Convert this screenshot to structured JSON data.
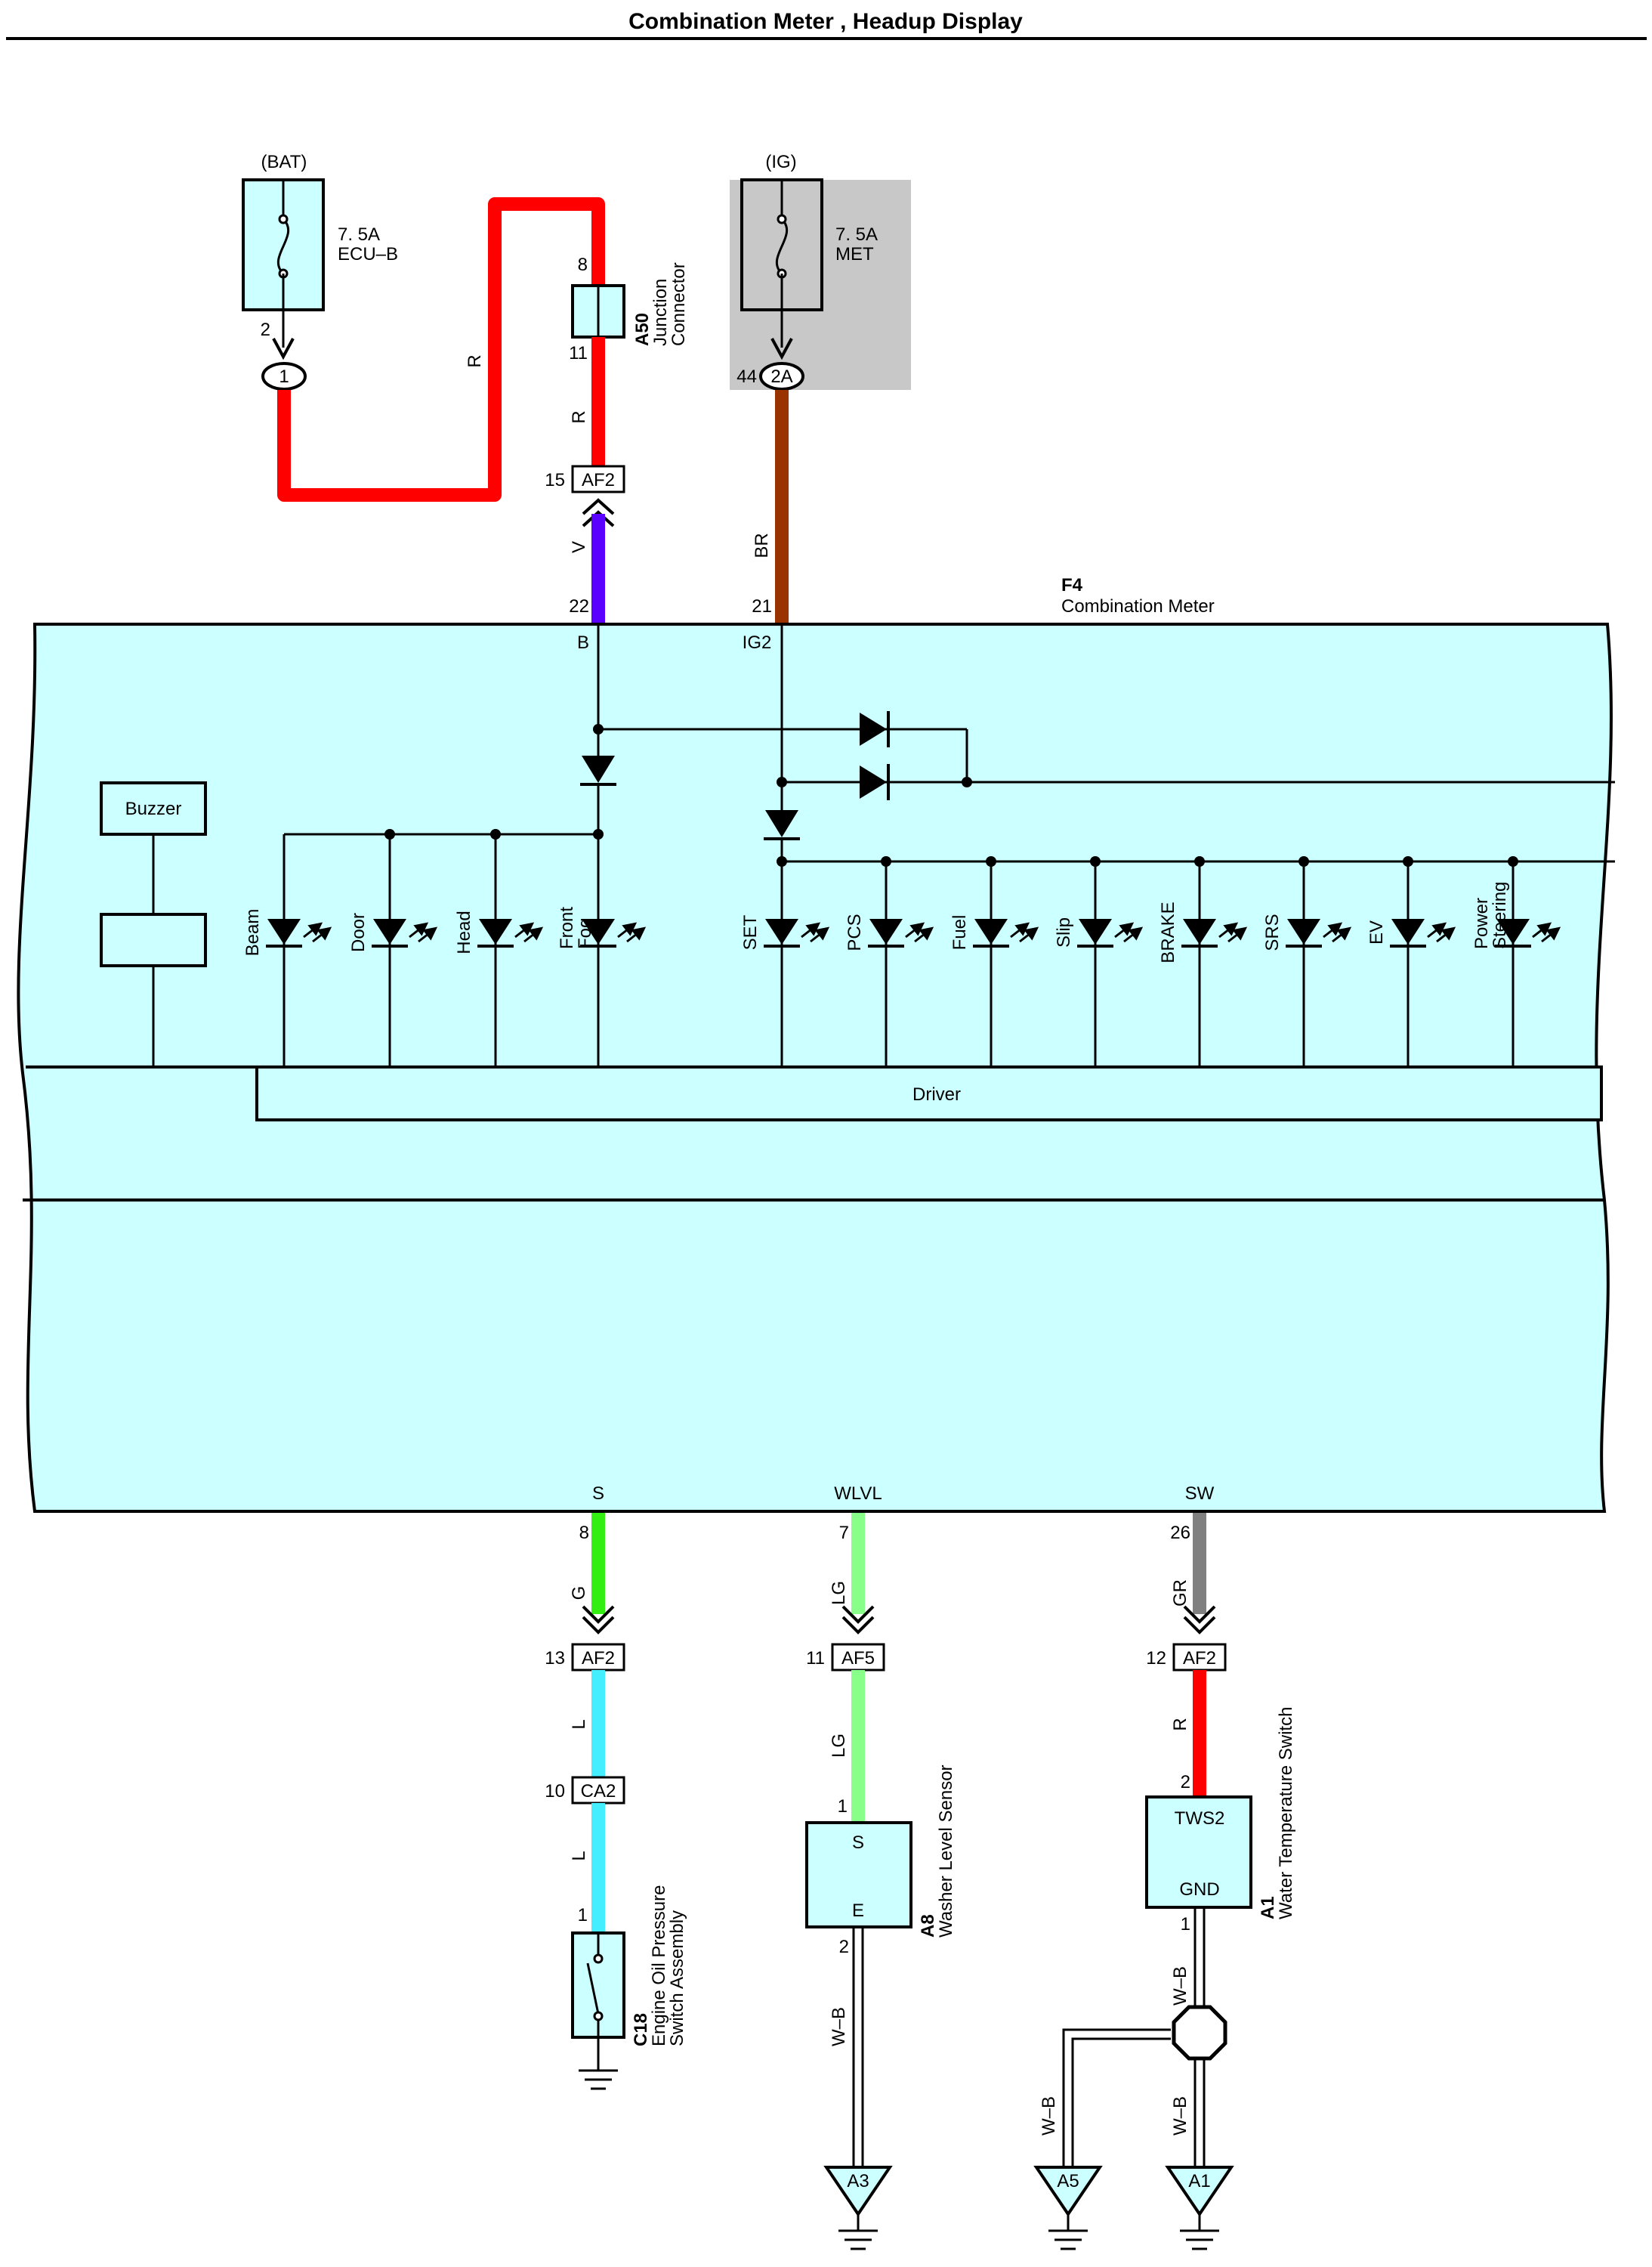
{
  "title": "Combination Meter , Headup Display",
  "colors": {
    "meter_fill": "#ccffff",
    "ig_box_fill": "#c8c8c8",
    "wire_R": "#ff0000",
    "wire_V": "#5a00ff",
    "wire_BR": "#993300",
    "wire_G": "#33ee11",
    "wire_L": "#44eeff",
    "wire_LG": "#88ff88",
    "wire_GR": "#808080",
    "wire_WB": "#000000"
  },
  "fuses": {
    "bat": {
      "source": "(BAT)",
      "rating": "7. 5A",
      "name": "ECU–B",
      "pin": "2",
      "junction": "1"
    },
    "ig": {
      "source": "(IG)",
      "rating": "7. 5A",
      "name": "MET",
      "pin": "44",
      "junction": "2A"
    }
  },
  "junction_connector": {
    "code": "A50",
    "name_line1": "Junction",
    "name_line2": "Connector",
    "pin_top": "8",
    "pin_bottom": "11"
  },
  "wires": {
    "bat_run": "R",
    "jc_out": "R",
    "meter_b": "V",
    "meter_ig": "BR",
    "s_upper": "G",
    "s_mid": "L",
    "s_lower": "L",
    "wlvl_upper": "LG",
    "wlvl_lower": "LG",
    "wlvl_ground": "W–B",
    "sw_upper": "GR",
    "sw_lower": "R",
    "sw_ground": "W–B",
    "a5_ground": "W–B",
    "a1_ground": "W–B"
  },
  "connectors": {
    "af2_b": {
      "name": "AF2",
      "pin": "15"
    },
    "af2_s": {
      "name": "AF2",
      "pin": "13"
    },
    "ca2_s": {
      "name": "CA2",
      "pin": "10"
    },
    "af5_wlvl": {
      "name": "AF5",
      "pin": "11"
    },
    "af2_sw": {
      "name": "AF2",
      "pin": "12"
    }
  },
  "meter": {
    "code": "F4",
    "name": "Combination Meter",
    "pin_b": "22",
    "term_b": "B",
    "pin_ig2": "21",
    "term_ig2": "IG2",
    "buzzer": "Buzzer",
    "driver": "Driver",
    "pin_s": "8",
    "term_s": "S",
    "pin_wlvl": "7",
    "term_wlvl": "WLVL",
    "pin_sw": "26",
    "term_sw": "SW",
    "indicators_b": [
      {
        "label": "Beam"
      },
      {
        "label": "Door"
      },
      {
        "label": "Head"
      },
      {
        "label": "Front",
        "label2": "Fog"
      }
    ],
    "indicators_ig": [
      {
        "label": "SET"
      },
      {
        "label": "PCS"
      },
      {
        "label": "Fuel"
      },
      {
        "label": "Slip"
      },
      {
        "label": "BRAKE"
      },
      {
        "label": "SRS"
      },
      {
        "label": "EV"
      },
      {
        "label": "Power",
        "label2": "Steering"
      }
    ]
  },
  "components": {
    "c18": {
      "code": "C18",
      "name_line1": "Engine Oil Pressure",
      "name_line2": "Switch Assembly",
      "pin": "1"
    },
    "a8": {
      "code": "A8",
      "name": "Washer Level Sensor",
      "pin_s": "1",
      "term_s": "S",
      "term_e": "E",
      "pin_e": "2"
    },
    "a1": {
      "code": "A1",
      "name": "Water Temperature Switch",
      "pin_in": "2",
      "term_in": "TWS2",
      "term_gnd": "GND",
      "pin_gnd": "1"
    }
  },
  "grounds": {
    "a3": "A3",
    "a5": "A5",
    "a1": "A1"
  }
}
